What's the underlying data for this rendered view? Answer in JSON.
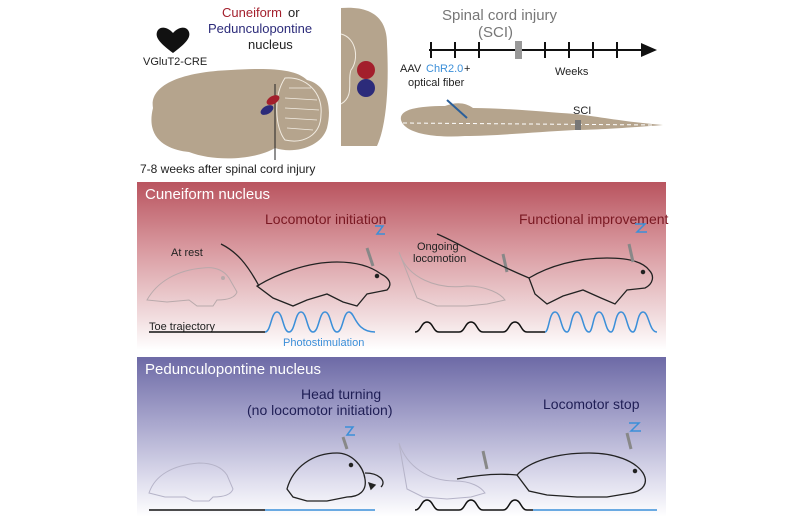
{
  "top": {
    "mouse_line": "VGluT2-CRE",
    "nucleus_cuneiform": "Cuneiform",
    "nucleus_or": "or",
    "nucleus_ppn": "Pedunculopontine",
    "nucleus_word": "nucleus",
    "sci_title": "Spinal cord injury",
    "sci_abbrev": "(SCI)",
    "weeks": "Weeks",
    "aav_prefix": "AAV",
    "aav_construct": "ChR2.0",
    "aav_suffix": "+",
    "optical_fiber": "optical fiber",
    "sci_mark": "SCI"
  },
  "timing_label": "7-8 weeks after spinal cord injury",
  "cuneiform_panel": {
    "title": "Cuneiform nucleus",
    "initiation": "Locomotor initiation",
    "improvement": "Functional improvement",
    "at_rest": "At rest",
    "ongoing_1": "Ongoing",
    "ongoing_2": "locomotion",
    "toe": "Toe trajectory",
    "photostim": "Photostimulation"
  },
  "ppn_panel": {
    "title": "Pedunculopontine nucleus",
    "head_turn_1": "Head turning",
    "head_turn_2": "(no locomotor initiation)",
    "stop": "Locomotor stop"
  },
  "colors": {
    "brain": "#b5a48d",
    "cuneiform": "#a31f2c",
    "ppn": "#2c2b7a",
    "photostim_blue": "#3b8fd9",
    "cuneiform_bg_top": "#b9545f",
    "ppn_bg_top": "#6d6aa6"
  }
}
